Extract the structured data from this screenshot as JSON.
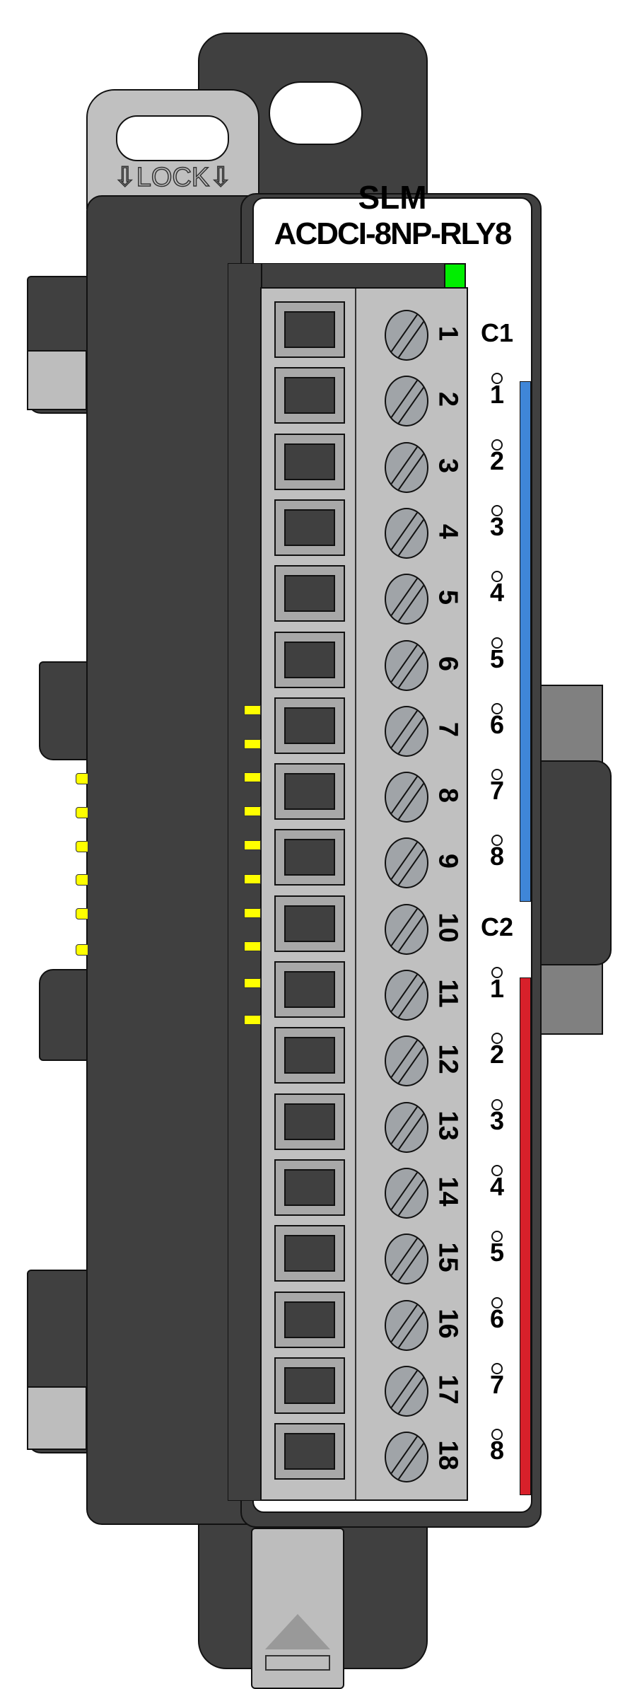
{
  "header": {
    "brand": "SLM",
    "model": "ACDCI-8NP-RLY8"
  },
  "lock_label": "LOCK",
  "terminals": [
    "1",
    "2",
    "3",
    "4",
    "5",
    "6",
    "7",
    "8",
    "9",
    "10",
    "11",
    "12",
    "13",
    "14",
    "15",
    "16",
    "17",
    "18"
  ],
  "channels": [
    "C1",
    "1",
    "2",
    "3",
    "4",
    "5",
    "6",
    "7",
    "8",
    "C2",
    "1",
    "2",
    "3",
    "4",
    "5",
    "6",
    "7",
    "8"
  ],
  "colors": {
    "group1": "#3f86d8",
    "group2": "#d8202a",
    "status_led": "#00ee00",
    "signal_led": "#ffff00",
    "body": "#404040",
    "terminal_block": "#c0c0c0"
  }
}
